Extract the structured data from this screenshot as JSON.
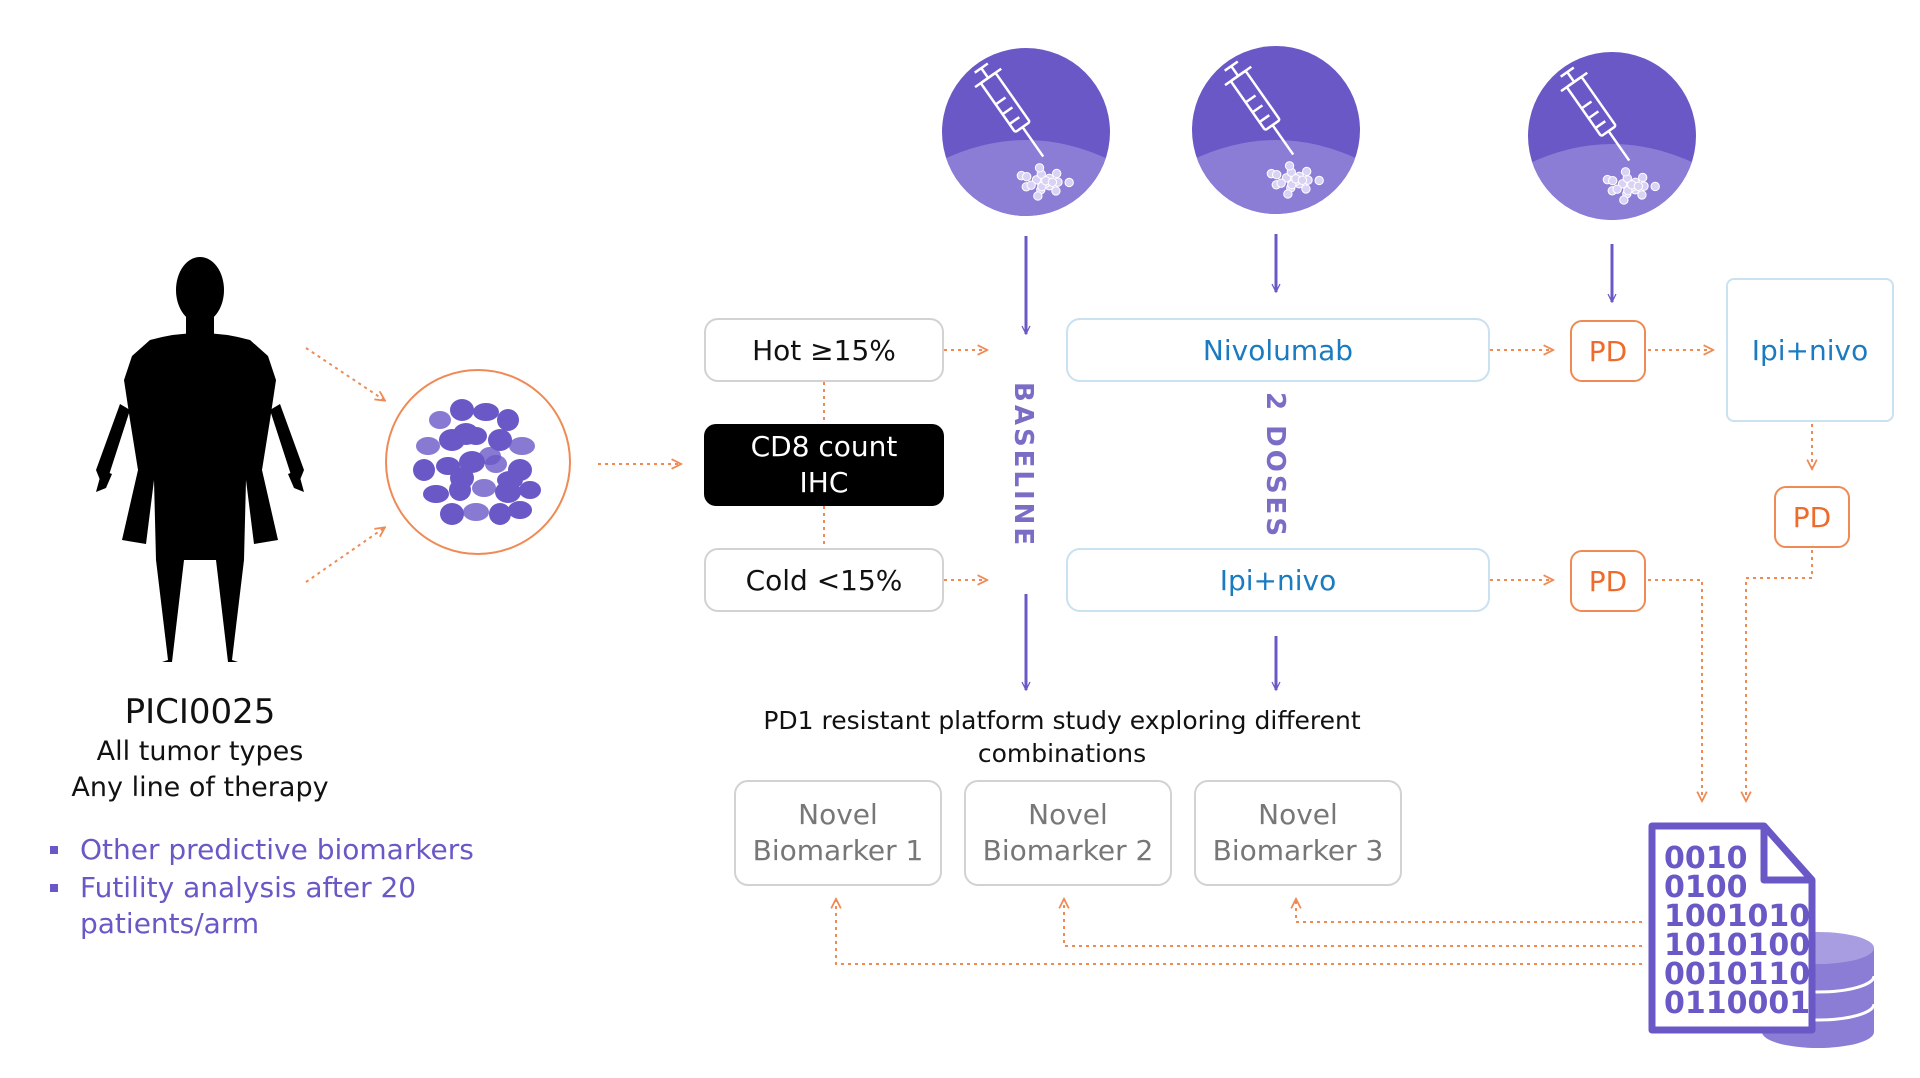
{
  "study": {
    "name": "PICI0025",
    "line1": "All tumor types",
    "line2": "Any line of therapy"
  },
  "bullets": [
    "Other predictive biomarkers",
    "Futility analysis after 20 patients/arm"
  ],
  "stratification": {
    "hot": "Hot ≥15%",
    "cd8": "CD8 count\nIHC",
    "cold": "Cold <15%"
  },
  "timepoints": {
    "baseline": "BASELINE",
    "two_doses": "2 DOSES"
  },
  "arms": {
    "nivolumab": "Nivolumab",
    "ipi_nivo_lower": "Ipi+nivo",
    "ipi_nivo_right": "Ipi+nivo"
  },
  "pd_labels": {
    "pd_top": "PD",
    "pd_right": "PD",
    "pd_bottom": "PD"
  },
  "platform": {
    "caption": "PD1 resistant platform study exploring different combinations",
    "biomarkers": [
      "Novel\nBiomarker 1",
      "Novel\nBiomarker 2",
      "Novel\nBiomarker 3"
    ]
  },
  "data_file": {
    "lines": [
      "0010",
      "0100",
      "1001010",
      "1010100",
      "0010110",
      "0110001"
    ]
  },
  "colors": {
    "purple": "#6a58c7",
    "orange": "#ef6b2b",
    "blue": "#1b7bc0",
    "gray_border": "#d2d2d2"
  },
  "icons": [
    "human-silhouette-icon",
    "tumor-cells-icon",
    "syringe-biopsy-icon",
    "data-file-icon",
    "database-icon"
  ]
}
